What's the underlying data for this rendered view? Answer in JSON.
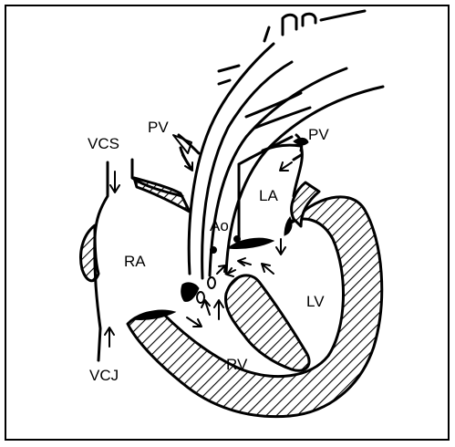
{
  "labels": {
    "vcs": "VCS",
    "pv_left": "PV",
    "pv_right": "PV",
    "la": "LA",
    "ao": "Ao",
    "ra": "RA",
    "lv": "LV",
    "rv": "RV",
    "vcj": "VCJ"
  }
}
